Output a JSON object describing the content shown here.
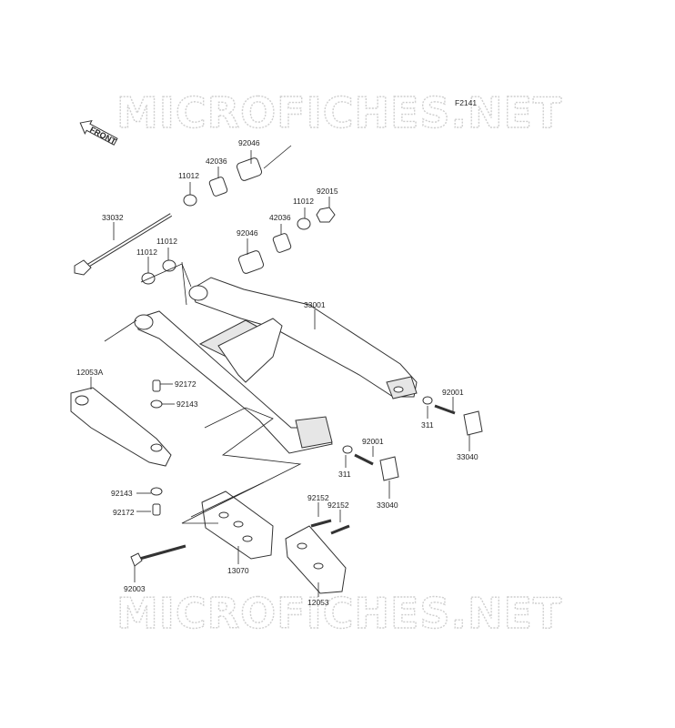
{
  "watermark": {
    "text": "MICROFICHES.NET"
  },
  "figure_code": "F2141",
  "front_label": "FRONT",
  "parts": {
    "p92046a": "92046",
    "p42036a": "42036",
    "p11012a": "11012",
    "p11012b": "11012",
    "p92015": "92015",
    "p42036b": "42036",
    "p33032": "33032",
    "p11012c": "11012",
    "p11012d": "11012",
    "p92046b": "92046",
    "p33001": "33001",
    "p12053A": "12053A",
    "p92172a": "92172",
    "p92143a": "92143",
    "p92001a": "92001",
    "p311a": "311",
    "p33040a": "33040",
    "p92001b": "92001",
    "p311b": "311",
    "p33040b": "33040",
    "p92143b": "92143",
    "p92172b": "92172",
    "p92152a": "92152",
    "p92152b": "92152",
    "p92003": "92003",
    "p13070": "13070",
    "p12053": "12053"
  }
}
